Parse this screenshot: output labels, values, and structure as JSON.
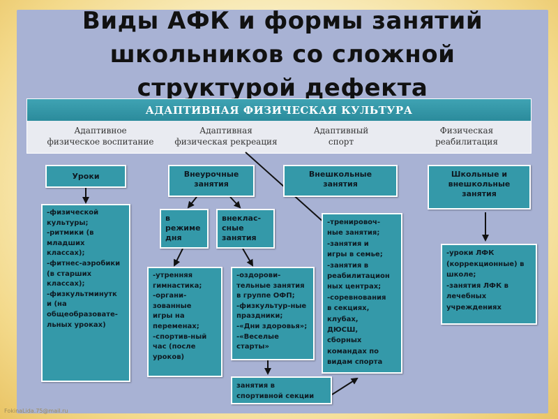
{
  "title": {
    "line1": "Виды АФК и формы занятий",
    "line2": "школьников со сложной",
    "line3": "структурой дефекта"
  },
  "band": "АДАПТИВНАЯ ФИЗИЧЕСКАЯ КУЛЬТУРА",
  "categories": [
    {
      "line1": "Адаптивное",
      "line2": "физическое воспитание"
    },
    {
      "line1": "Адаптивная",
      "line2": "физическая рекреация"
    },
    {
      "line1": "Адаптивный",
      "line2": "спорт"
    },
    {
      "line1": "Физическая",
      "line2": "реабилитация"
    }
  ],
  "boxes": {
    "uroki": "Уроки",
    "vneurochnye": [
      "Внеурочные",
      "занятия"
    ],
    "vneshkolnye": [
      "Внешкольные",
      "занятия"
    ],
    "shkolnye": [
      "Школьные и",
      "внешкольные",
      "занятия"
    ],
    "v_rezhime": [
      "в",
      "режиме",
      "дня"
    ],
    "vneklassnye": [
      "внеклас-",
      "сные",
      "занятия"
    ],
    "uroki_list": [
      "-физической",
      "культуры;",
      "-ритмики (в",
      "младших",
      "классах);",
      "-фитнес-аэробики",
      "(в старших",
      "классах);",
      "-физкультминутк",
      "и (на",
      "общеобразовате-",
      "льных уроках)"
    ],
    "utrennyaya_list": [
      "-утренняя",
      "гимнастика;",
      "-органи-",
      "зованные",
      "игры на",
      "переменах;",
      "-спортив-ный",
      "час (после",
      "уроков)"
    ],
    "ozdorovitelnye_list": [
      "-оздорови-",
      "тельные занятия",
      "в группе ОФП;",
      "-физкультур-ные",
      "праздники;",
      "-«Дни здоровья»;",
      "-«Веселые",
      "старты»"
    ],
    "sport_list": [
      "-тренировоч-",
      "ные занятия;",
      "-занятия и",
      "игры в семье;",
      "-занятия в",
      "реабилитацион",
      "ных центрах;",
      "-соревнования",
      "в секциях,",
      "клубах,",
      "ДЮСШ,",
      "сборных",
      "командах по",
      "видам спорта"
    ],
    "lfk_list": [
      "-уроки ЛФК",
      "(коррекционные) в",
      "школе;",
      "-занятия ЛФК в",
      "лечебных",
      "учреждениях"
    ],
    "sekcii": [
      "занятия в",
      "спортивной секции"
    ]
  },
  "footer": "FokinaLida.75@mail.ru",
  "colors": {
    "box": "#3499a9",
    "band": "#2a8a9b",
    "panel": "#a8b2d4"
  }
}
